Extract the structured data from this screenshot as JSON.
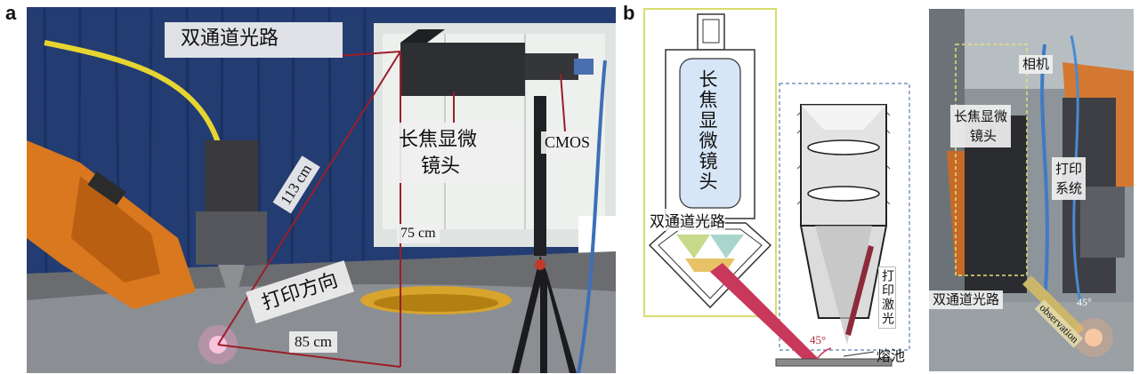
{
  "panels": {
    "a": {
      "letter": "a",
      "labels": {
        "dual_channel": "双通道光路",
        "tele_lens_line1": "长焦显微",
        "tele_lens_line2": "镜头",
        "cmos": "CMOS",
        "dist_113": "113 cm",
        "dist_75": "75 cm",
        "dist_85": "85 cm",
        "print_direction": "打印方向"
      }
    },
    "b": {
      "letter": "b",
      "labels": {
        "tele_lens_vertical": "长焦显微镜头",
        "dual_channel": "双通道光路",
        "print_laser_vertical": "打印激光",
        "angle": "45°",
        "melt_pool": "熔池",
        "camera": "相机",
        "tele_lens_line1": "长焦显微",
        "tele_lens_line2": "镜头",
        "print_system_line1": "打印",
        "print_system_line2": "系统",
        "dual_channel_photo": "双通道光路",
        "observation": "observation",
        "angle_photo": "45°"
      }
    }
  },
  "colors": {
    "robot_orange": "#d9781e",
    "curtain_blue": "#27407a",
    "annotation_red": "#9b1e2a",
    "yellow_box": "#d6dd6e",
    "blue_dash_box": "#5a7fb0"
  }
}
